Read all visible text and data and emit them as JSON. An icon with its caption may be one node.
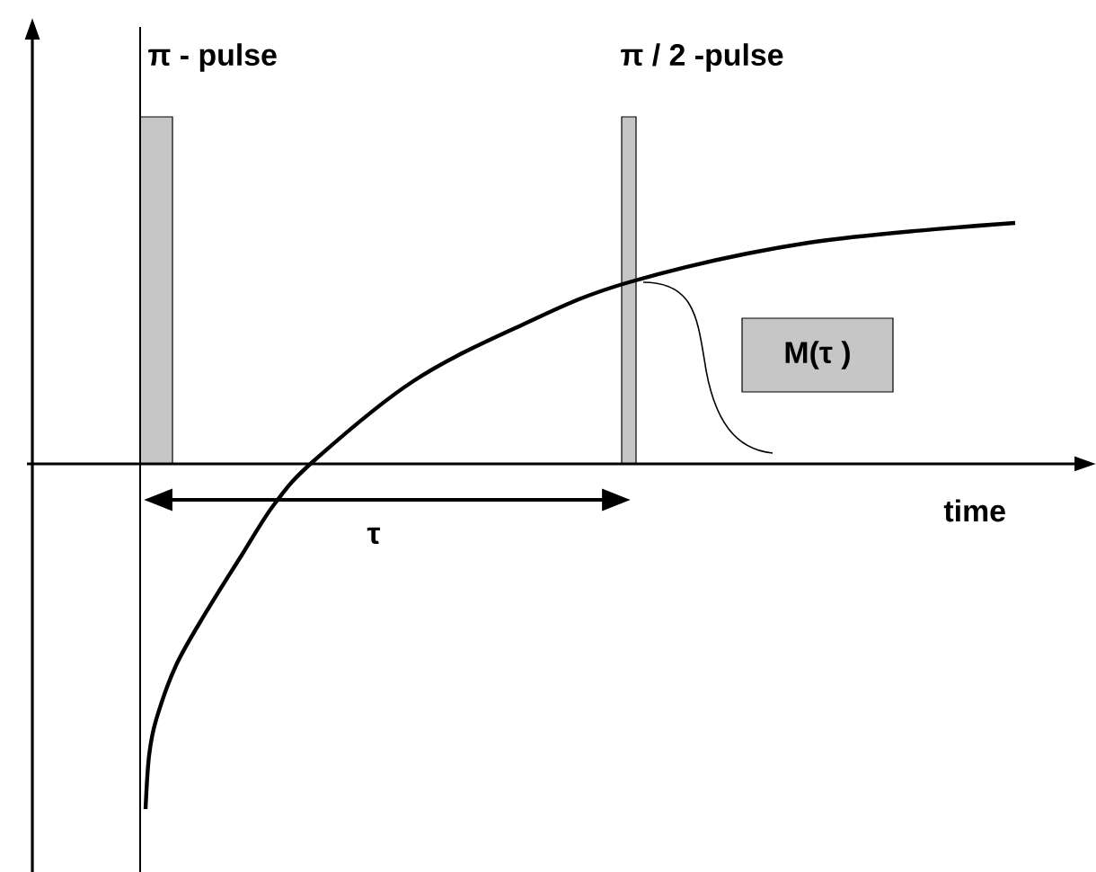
{
  "diagram": {
    "nodes": [
      {
        "text": [
          "M(τ )"
        ]
      },
      {
        "text": [],
        "shape": "bar"
      },
      {
        "text": [],
        "shape": "bar"
      }
    ],
    "labels": [
      "π - pulse",
      "π / 2 -pulse",
      "τ",
      "time"
    ]
  }
}
